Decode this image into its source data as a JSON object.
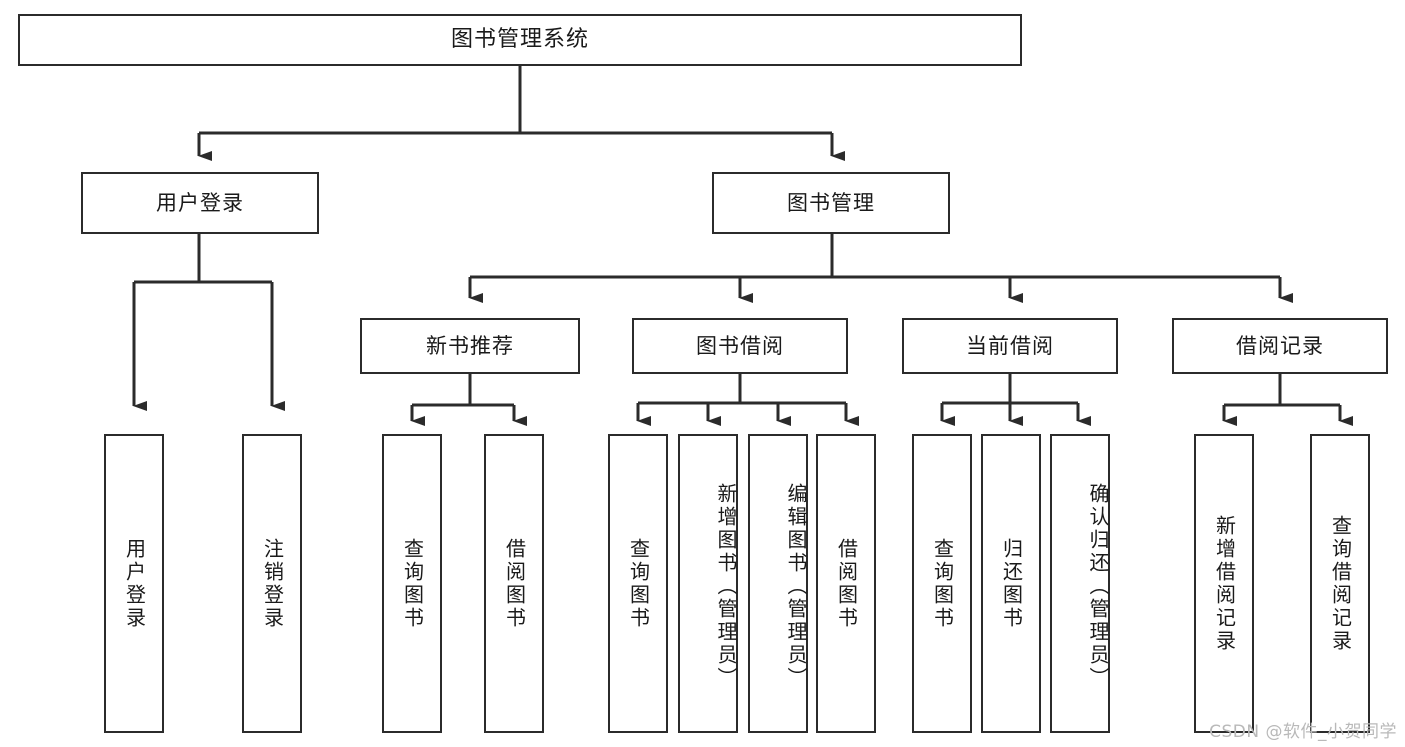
{
  "diagram": {
    "title": "图书管理系统",
    "type": "tree",
    "stroke_color": "#2b2b2b",
    "fill_color": "#ffffff",
    "text_color": "#1a1a1a"
  },
  "nodes": {
    "root": {
      "label": "图书管理系统"
    },
    "level2": [
      {
        "id": "user-login",
        "label": "用户登录"
      },
      {
        "id": "book-manage",
        "label": "图书管理"
      }
    ],
    "level3": [
      {
        "id": "new-book-recommend",
        "label": "新书推荐"
      },
      {
        "id": "book-borrow",
        "label": "图书借阅"
      },
      {
        "id": "current-borrow",
        "label": "当前借阅"
      },
      {
        "id": "borrow-record",
        "label": "借阅记录"
      }
    ],
    "leaves": {
      "user_login": [
        {
          "id": "leaf-user-login",
          "label": "用户登录"
        },
        {
          "id": "leaf-logout-login",
          "label": "注销登录"
        }
      ],
      "new_book_recommend": [
        {
          "id": "leaf-query-book-1",
          "label": "查询图书"
        },
        {
          "id": "leaf-borrow-book-1",
          "label": "借阅图书"
        }
      ],
      "book_borrow": [
        {
          "id": "leaf-query-book-2",
          "label": "查询图书"
        },
        {
          "id": "leaf-add-book",
          "label": "新增图书（管理员）"
        },
        {
          "id": "leaf-edit-book",
          "label": "编辑图书（管理员）"
        },
        {
          "id": "leaf-borrow-book-2",
          "label": "借阅图书"
        }
      ],
      "current_borrow": [
        {
          "id": "leaf-query-book-3",
          "label": "查询图书"
        },
        {
          "id": "leaf-return-book",
          "label": "归还图书"
        },
        {
          "id": "leaf-confirm-return",
          "label": "确认归还（管理员）"
        }
      ],
      "borrow_record": [
        {
          "id": "leaf-add-record",
          "label": "新增借阅记录"
        },
        {
          "id": "leaf-query-record",
          "label": "查询借阅记录"
        }
      ]
    }
  },
  "watermark": {
    "text": "CSDN @软件_小贺同学"
  }
}
